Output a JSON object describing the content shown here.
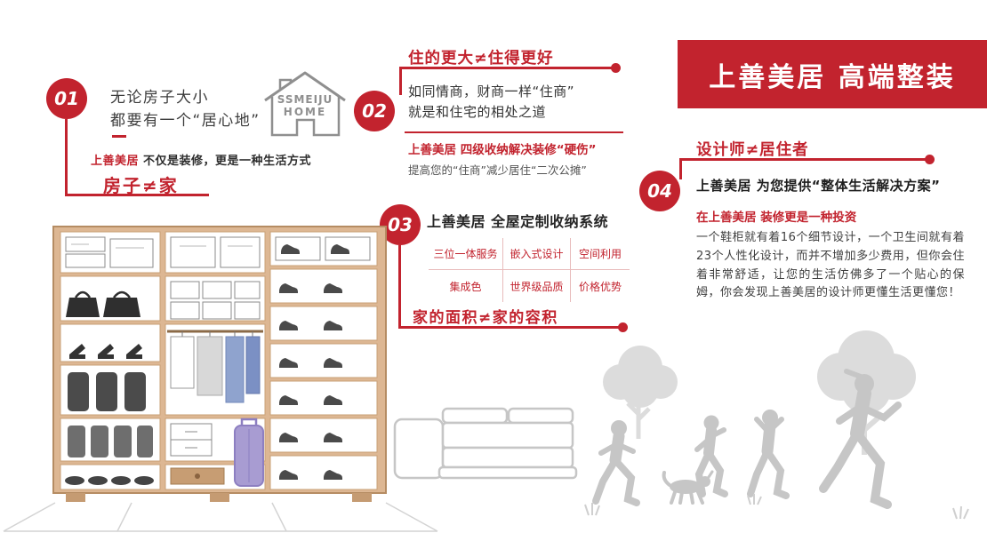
{
  "banner": {
    "title": "上善美居 高端整装"
  },
  "logo": {
    "line1": "SSMEIJU",
    "line2": "HOME"
  },
  "p1": {
    "number": "01",
    "line1": "无论房子大小",
    "line2": "都要有一个“居心地”",
    "brand": "上善美居",
    "tagline": "不仅是装修，更是一种生活方式",
    "slogan": "房子≠家"
  },
  "p2": {
    "number": "02",
    "header": "住的更大≠住得更好",
    "body1": "如同情商，财商一样“住商”",
    "body2": "就是和住宅的相处之道",
    "sub": "上善美居 四级收纳解决装修“硬伤”",
    "note": "提高您的“住商”减少居住“二次公摊”"
  },
  "p3": {
    "number": "03",
    "title": "上善美居 全屋定制收纳系统",
    "grid": [
      "三位一体服务",
      "嵌入式设计",
      "空间利用",
      "集成色",
      "世界级品质",
      "价格优势"
    ],
    "slogan": "家的面积≠家的容积"
  },
  "p4": {
    "number": "04",
    "header": "设计师≠居住者",
    "provide": "上善美居 为您提供“整体生活解决方案”",
    "invest": "在上善美居 装修更是一种投资",
    "body": "一个鞋柜就有着16个细节设计，一个卫生间就有着23个人性化设计，而并不增加多少费用，但你会住着非常舒适，让您的生活仿佛多了一个贴心的保姆，你会发现上善美居的设计师更懂生活更懂您！"
  },
  "colors": {
    "accent": "#C2232E",
    "wardrobe_tan": "#DDB793",
    "suit_blue": "#8FA3CE",
    "suitcase_purple": "#A89CD2",
    "silhouette_gray": "#C6C6C6"
  },
  "illustrations": {
    "home_logo": "house-outline-icon",
    "wardrobe": "custom-wardrobe-storage-illustration",
    "sofa": "sectional-sofa-line-illustration",
    "family": "trees-children-dog-runner-silhouettes"
  }
}
